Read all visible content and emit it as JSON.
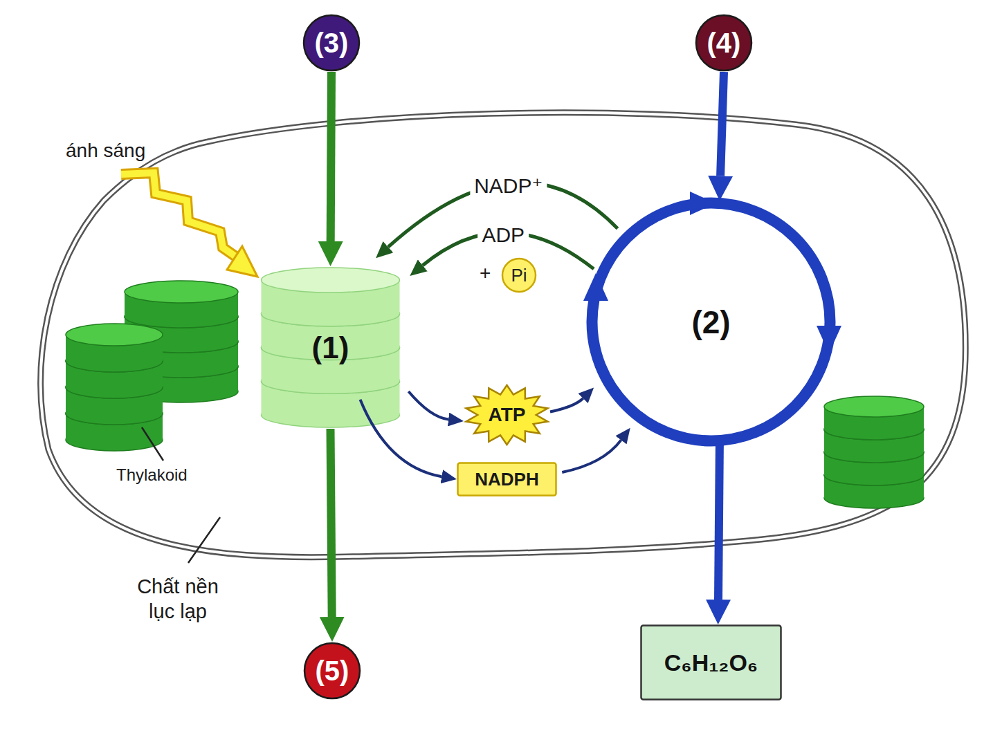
{
  "diagram": {
    "nodes": [
      {
        "text": [
          "(3)"
        ]
      },
      {
        "text": [
          "(4)"
        ]
      },
      {
        "text": [
          "(1)"
        ]
      },
      {
        "text": [
          "(2)"
        ]
      },
      {
        "text": [
          "Pi"
        ]
      },
      {
        "text": [
          "ATP"
        ]
      },
      {
        "text": [
          "NADPH"
        ]
      },
      {
        "text": [
          "(5)"
        ]
      },
      {
        "text": [
          "C₆H₁₂O₆"
        ]
      }
    ],
    "edges": [
      {
        "from": 0,
        "to": 2,
        "arrow": "to"
      },
      {
        "from": 2,
        "to": 7,
        "arrow": "to"
      },
      {
        "from": 1,
        "to": 3,
        "arrow": "to"
      },
      {
        "from": 3,
        "to": 8,
        "arrow": "to"
      },
      {
        "from": 2,
        "to": 5,
        "arrow": "to"
      },
      {
        "from": 5,
        "to": 3,
        "arrow": "to"
      },
      {
        "from": 2,
        "to": 6,
        "arrow": "to"
      },
      {
        "from": 6,
        "to": 3,
        "arrow": "to"
      },
      {
        "from": 3,
        "to": 2,
        "label": "NADP⁺",
        "arrow": "to"
      },
      {
        "from": 3,
        "to": 2,
        "label": "ADP",
        "arrow": "to"
      }
    ],
    "labels": [
      "ánh sáng",
      "+",
      "Thylakoid",
      "Chất nền lục lạp"
    ]
  }
}
